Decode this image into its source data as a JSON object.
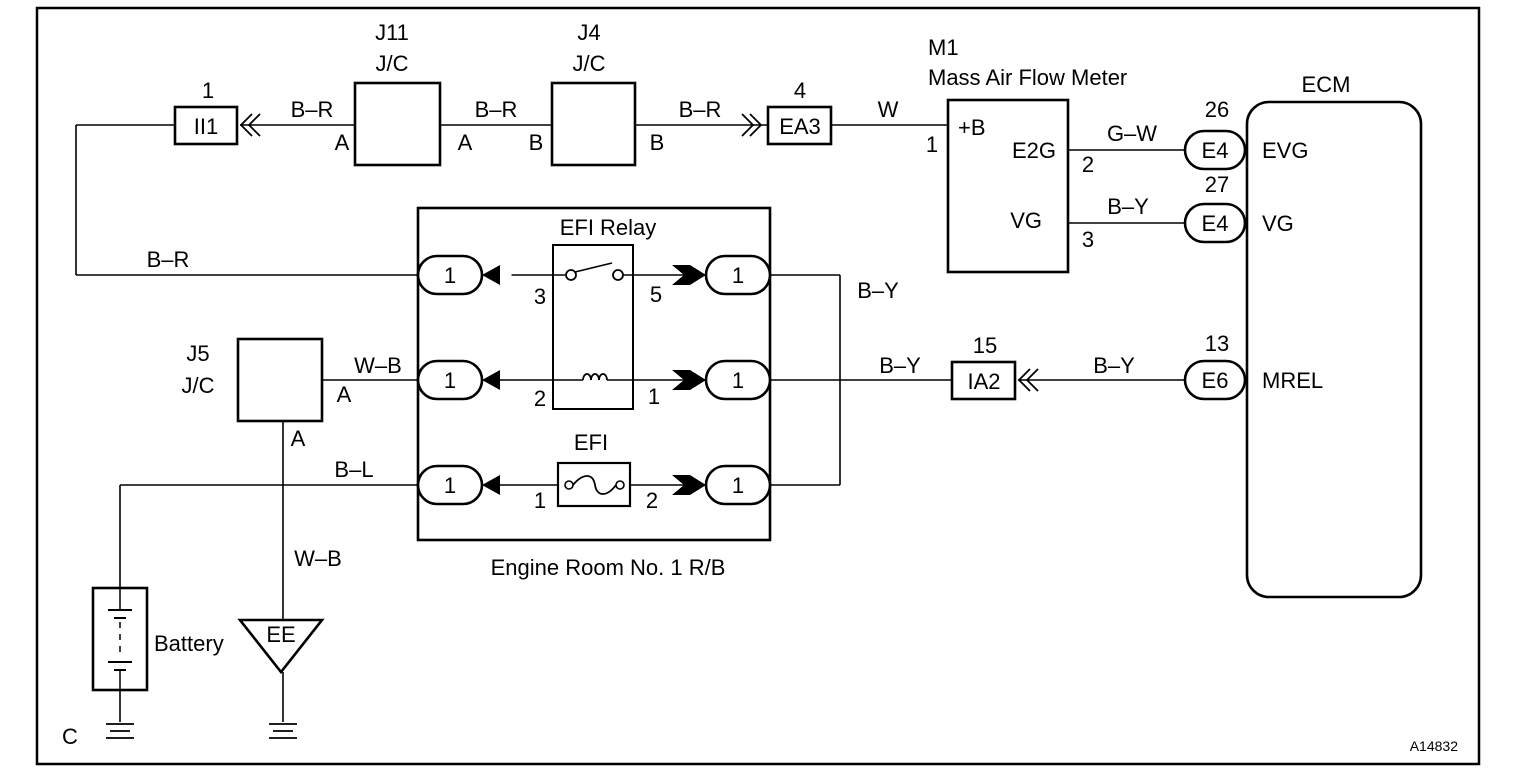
{
  "figure_id": "A14832",
  "components": {
    "j11": {
      "id": "J11",
      "type": "J/C",
      "pin_left": "A",
      "pin_right": "A"
    },
    "j4": {
      "id": "J4",
      "type": "J/C",
      "pin_left": "B",
      "pin_right": "B"
    },
    "j5": {
      "id": "J5",
      "type": "J/C",
      "pin_right": "A",
      "pin_bottom": "A"
    },
    "m1": {
      "id": "M1",
      "name": "Mass Air Flow Meter",
      "pin_b": "+B",
      "pin_e2g": "E2G",
      "pin_vg": "VG",
      "num_b": "1",
      "num_e2g": "2",
      "num_vg": "3"
    },
    "ecm": {
      "name": "ECM",
      "pin_evg": "EVG",
      "pin_vg": "VG",
      "pin_mrel": "MREL"
    },
    "relay_box": {
      "name": "Engine Room No. 1 R/B",
      "relay_name": "EFI Relay",
      "fuse_name": "EFI"
    },
    "battery": {
      "name": "Battery"
    },
    "ground_ee": {
      "name": "EE"
    },
    "ground_c": {
      "name": "C"
    }
  },
  "connectors": {
    "ii1": {
      "id": "II1",
      "pin": "1"
    },
    "ea3": {
      "id": "EA3",
      "pin": "4"
    },
    "ia2": {
      "id": "IA2",
      "pin": "15"
    },
    "e4_evg": {
      "id": "E4",
      "pin": "26"
    },
    "e4_vg": {
      "id": "E4",
      "pin": "27"
    },
    "e6": {
      "id": "E6",
      "pin": "13"
    }
  },
  "relay_box_pins": {
    "terminal": "1",
    "relay_3": "3",
    "relay_5": "5",
    "coil_2": "2",
    "coil_1": "1",
    "fuse_1": "1",
    "fuse_2": "2"
  },
  "wire_colors": {
    "ii1_to_j11": "B–R",
    "j11_to_j4": "B–R",
    "j4_to_ea3": "B–R",
    "ea3_to_m1": "W",
    "m1_e2g_to_ecm": "G–W",
    "m1_vg_to_ecm": "B–Y",
    "ii1_to_relay": "B–R",
    "relay_out": "B–Y",
    "j5_to_coil": "W–B",
    "coil_to_ia2": "B–Y",
    "ia2_to_ecm": "B–Y",
    "battery_to_fuse": "B–L",
    "j5_to_ground": "W–B"
  }
}
